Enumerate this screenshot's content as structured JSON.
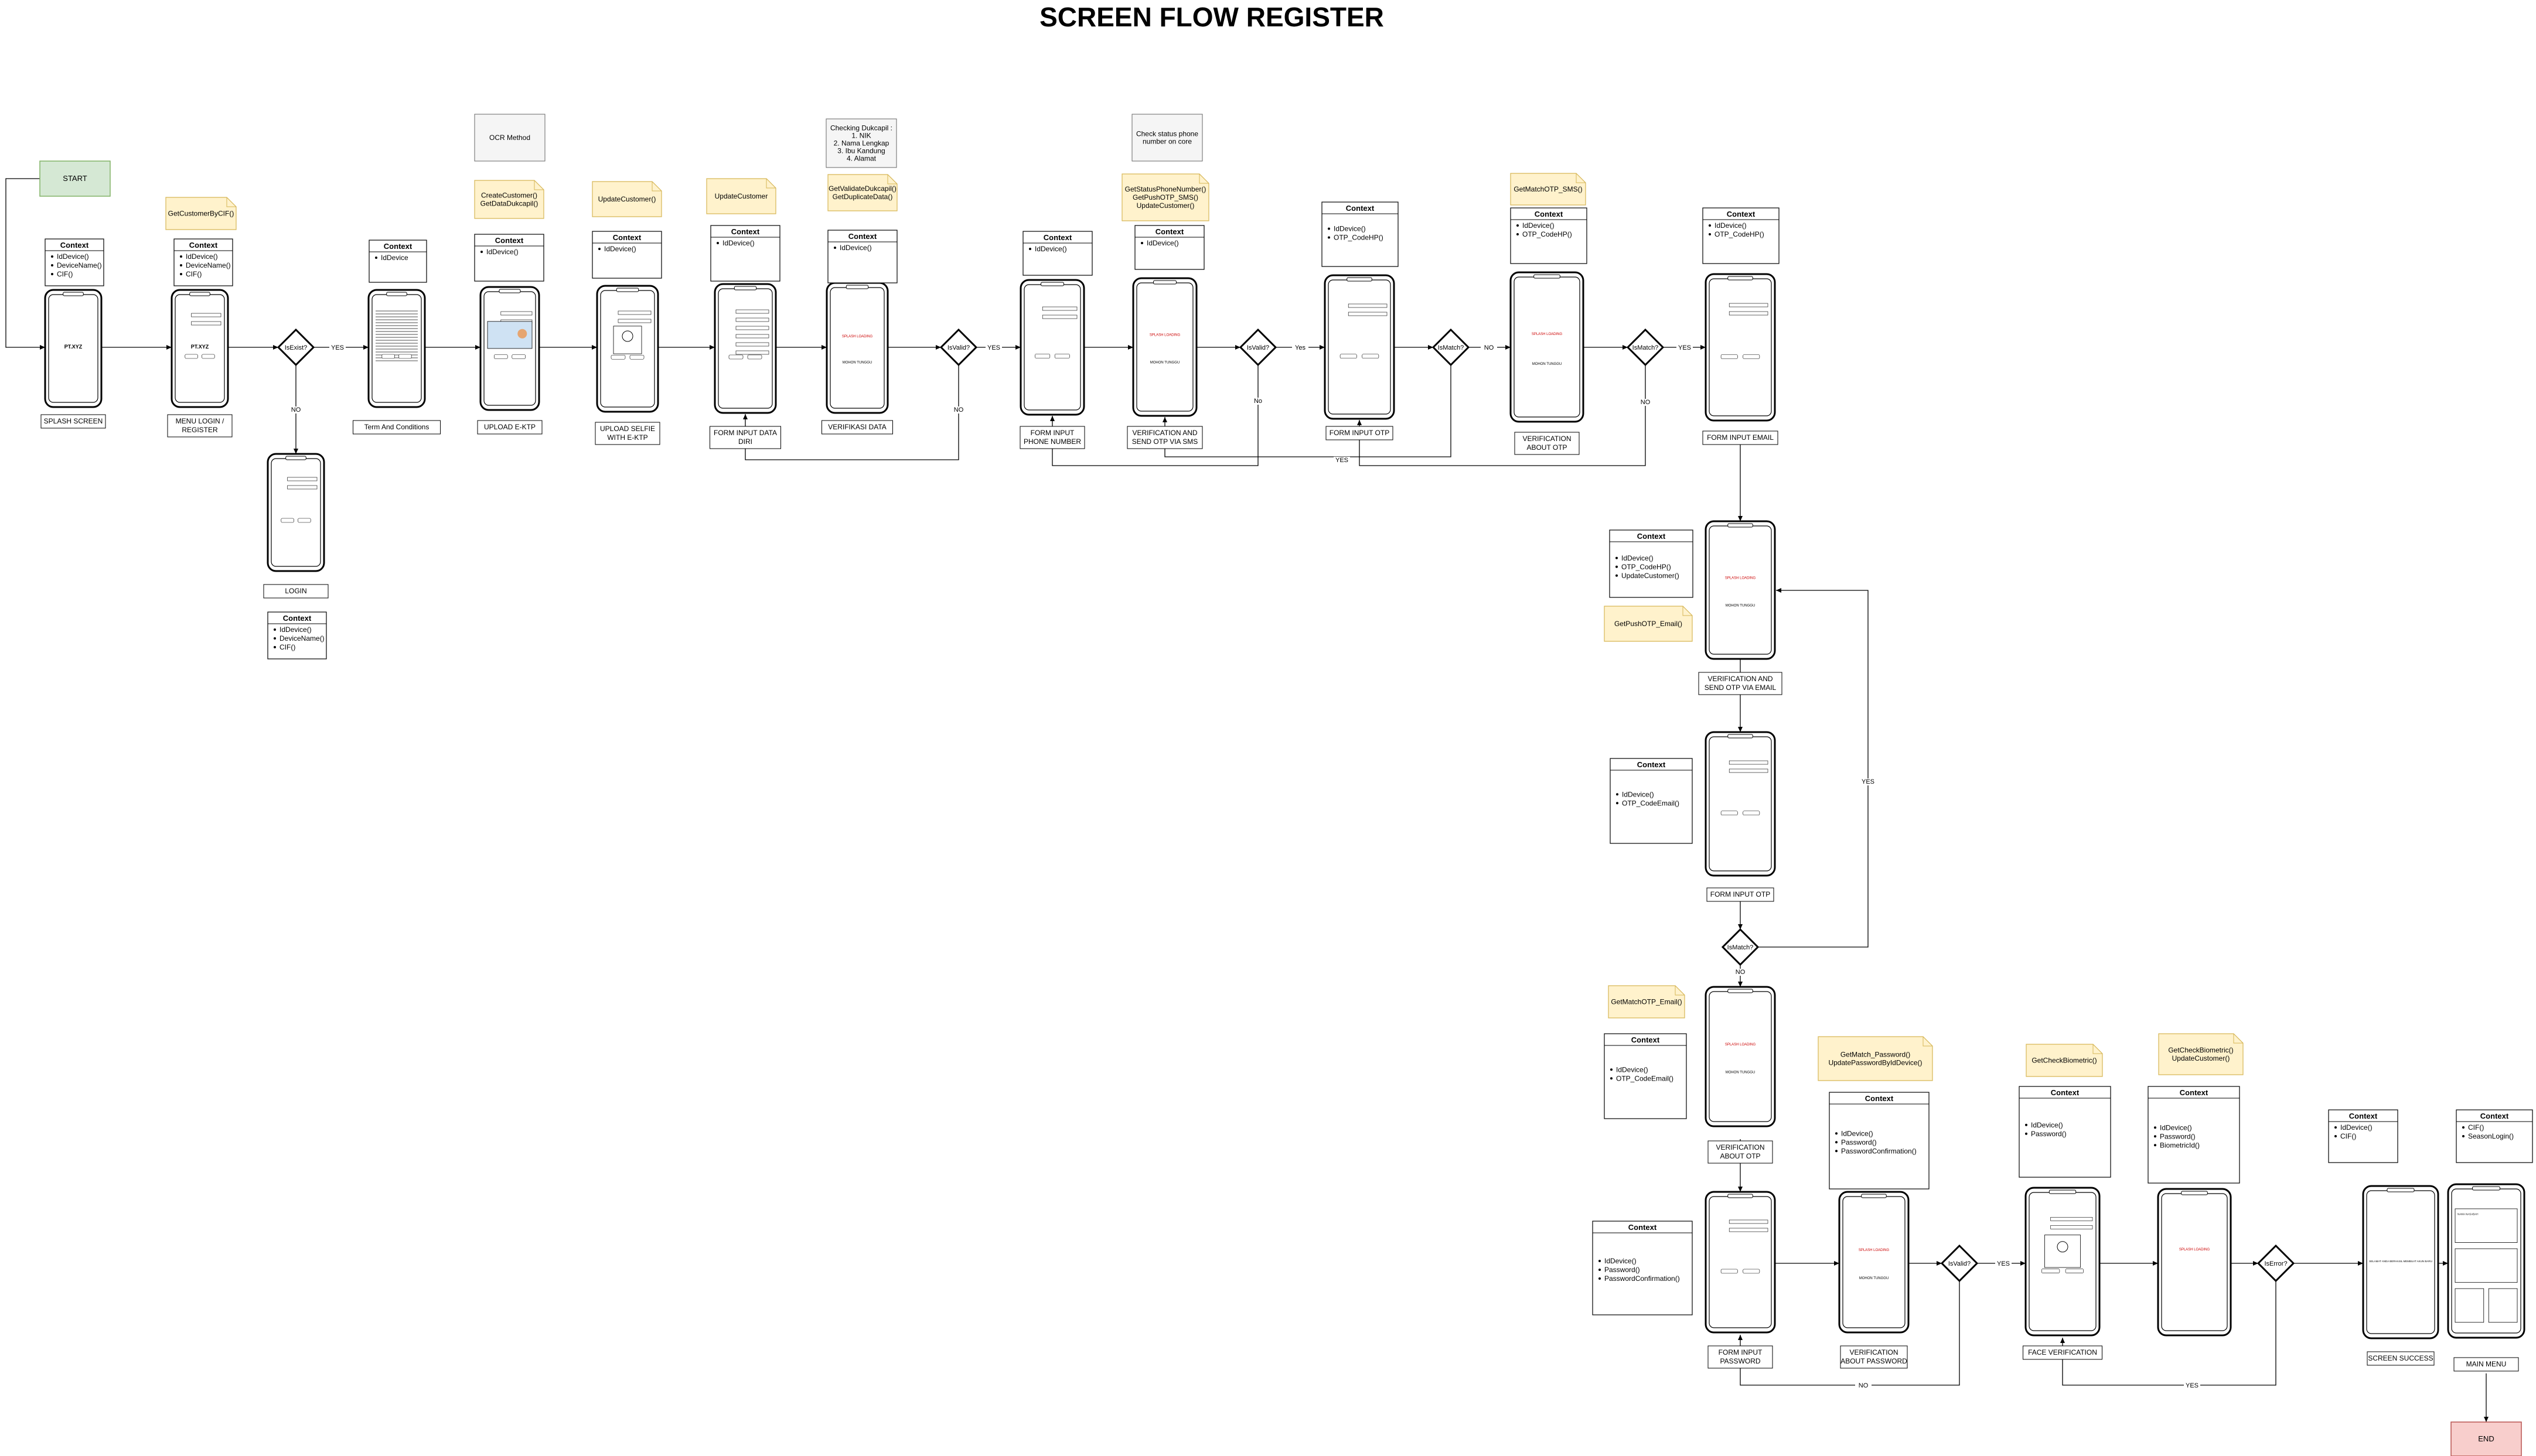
{
  "title": "SCREEN FLOW REGISTER",
  "terminals": {
    "start": "START",
    "end": "END"
  },
  "colors": {
    "start_fill": "#d5e8d4",
    "start_stroke": "#82b366",
    "end_fill": "#f8cecc",
    "end_stroke": "#b85450",
    "note_fill": "#fff2cc",
    "note_stroke": "#d6b656",
    "process_fill": "#f5f5f5"
  },
  "screens": [
    {
      "id": "splash",
      "caption": [
        "SPLASH SCREEN"
      ],
      "content": {
        "brand": "PT.XYZ"
      }
    },
    {
      "id": "menu",
      "caption": [
        "MENU LOGIN /",
        "REGISTER"
      ],
      "content": {
        "brand": "PT.XYZ"
      }
    },
    {
      "id": "login",
      "caption": [
        "LOGIN"
      ]
    },
    {
      "id": "terms",
      "caption": [
        "Term And Conditions"
      ]
    },
    {
      "id": "ektp",
      "caption": [
        "UPLOAD E-KTP"
      ]
    },
    {
      "id": "selfie",
      "caption": [
        "UPLOAD SELFIE",
        "WITH E-KTP"
      ]
    },
    {
      "id": "datadiri",
      "caption": [
        "FORM INPUT DATA",
        "DIRI"
      ]
    },
    {
      "id": "verifdata",
      "caption": [
        "VERIFIKASI DATA"
      ],
      "content": {
        "splash": "SPLASH LOADING",
        "wait": "MOHON TUNGGU"
      }
    },
    {
      "id": "phone",
      "caption": [
        "FORM INPUT",
        "PHONE NUMBER"
      ]
    },
    {
      "id": "sendotp",
      "caption": [
        "VERIFICATION AND",
        "SEND OTP VIA SMS"
      ],
      "content": {
        "splash": "SPLASH LOADING",
        "wait": "MOHON TUNGGU"
      }
    },
    {
      "id": "otp",
      "caption": [
        "FORM INPUT OTP"
      ]
    },
    {
      "id": "verifotp",
      "caption": [
        "VERIFICATION",
        "ABOUT OTP"
      ],
      "content": {
        "splash": "SPLASH LOADING",
        "wait": "MOHON TUNGGU"
      }
    },
    {
      "id": "email",
      "caption": [
        "FORM INPUT EMAIL"
      ]
    },
    {
      "id": "sendemail",
      "caption": [
        "VERIFICATION AND",
        "SEND OTP VIA EMAIL"
      ],
      "content": {
        "splash": "SPLASH LOADING",
        "wait": "MOHON TUNGGU"
      }
    },
    {
      "id": "otpemail",
      "caption": [
        "FORM INPUT OTP"
      ]
    },
    {
      "id": "verifotpemail",
      "caption": [
        "VERIFICATION",
        "ABOUT OTP"
      ],
      "content": {
        "splash": "SPLASH LOADING",
        "wait": "MOHON TUNGGU"
      }
    },
    {
      "id": "password",
      "caption": [
        "FORM INPUT",
        "PASSWORD"
      ]
    },
    {
      "id": "verifpass",
      "caption": [
        "VERIFICATION",
        "ABOUT PASSWORD"
      ],
      "content": {
        "splash": "SPLASH LOADING",
        "wait": "MOHON TUNGGU"
      }
    },
    {
      "id": "face",
      "caption": [
        "FACE VERIFICATION"
      ]
    },
    {
      "id": "biometric",
      "caption": [],
      "content": {
        "splash": "SPLASH LOADING"
      }
    },
    {
      "id": "success",
      "caption": [
        "SCREEN SUCCESS"
      ],
      "content": {
        "success": "SELAMAT ANDA BERHASIL MEMBUAT AKUN BARU"
      }
    },
    {
      "id": "mainmenu",
      "caption": [
        "MAIN MENU"
      ],
      "content": {
        "card": "NAMA NASABAH"
      }
    }
  ],
  "contexts": [
    {
      "heading": "Context",
      "items": [
        "IdDevice()",
        "DeviceName()",
        "CIF()"
      ]
    },
    {
      "heading": "Context",
      "items": [
        "IdDevice()",
        "DeviceName()",
        "CIF()"
      ]
    },
    {
      "heading": "Context",
      "items": [
        "IdDevice()",
        "DeviceName()",
        "CIF()"
      ]
    },
    {
      "heading": "Context",
      "items": [
        "IdDevice"
      ]
    },
    {
      "heading": "Context",
      "items": [
        "IdDevice()"
      ]
    },
    {
      "heading": "Context",
      "items": [
        "IdDevice()"
      ]
    },
    {
      "heading": "Context",
      "items": [
        "IdDevice()"
      ]
    },
    {
      "heading": "Context",
      "items": [
        "IdDevice()"
      ]
    },
    {
      "heading": "Context",
      "items": [
        "IdDevice()"
      ]
    },
    {
      "heading": "Context",
      "items": [
        "IdDevice()"
      ]
    },
    {
      "heading": "Context",
      "items": [
        "IdDevice()",
        "OTP_CodeHP()"
      ]
    },
    {
      "heading": "Context",
      "items": [
        "IdDevice()",
        "OTP_CodeHP()"
      ]
    },
    {
      "heading": "Context",
      "items": [
        "IdDevice()",
        "OTP_CodeHP()"
      ]
    },
    {
      "heading": "Context",
      "items": [
        "IdDevice()",
        "OTP_CodeHP()",
        "UpdateCustomer()"
      ]
    },
    {
      "heading": "Context",
      "items": [
        "IdDevice()",
        "OTP_CodeEmail()"
      ]
    },
    {
      "heading": "Context",
      "items": [
        "IdDevice()",
        "OTP_CodeEmail()"
      ]
    },
    {
      "heading": "Context",
      "items": [
        "IdDevice()",
        "Password()",
        "PasswordConfirmation()"
      ]
    },
    {
      "heading": "Context",
      "items": [
        "IdDevice()",
        "Password()",
        "PasswordConfirmation()"
      ]
    },
    {
      "heading": "Context",
      "items": [
        "IdDevice()",
        "Password()"
      ]
    },
    {
      "heading": "Context",
      "items": [
        "IdDevice()",
        "Password()",
        "BiometricId()"
      ]
    },
    {
      "heading": "Context",
      "items": [
        "IdDevice()",
        "CIF()"
      ]
    },
    {
      "heading": "Context",
      "items": [
        "CIF()",
        "SeasonLogin()"
      ]
    }
  ],
  "notes": [
    [
      "GetCustomerByCIF()"
    ],
    [
      "CreateCustomer()",
      "GetDataDukcapil()"
    ],
    [
      "UpdateCustomer()"
    ],
    [
      "UpdateCustomer"
    ],
    [
      "GetValidateDukcapil()",
      "GetDuplicateData()"
    ],
    [
      "GetStatusPhoneNumber()",
      "GetPushOTP_SMS()",
      "UpdateCustomer()"
    ],
    [
      "GetMatchOTP_SMS()"
    ],
    [
      "GetPushOTP_Email()"
    ],
    [
      "GetMatchOTP_Email()"
    ],
    [
      "GetMatch_Password()",
      "UpdatePasswordByIdDevice()"
    ],
    [
      "GetCheckBiometric()"
    ],
    [
      "GetCheckBiometric()",
      "UpdateCustomer()"
    ]
  ],
  "processes": [
    [
      "OCR Method"
    ],
    [
      "Checking Dukcapil :",
      "1. NIK",
      "2. Nama Lengkap",
      "3. Ibu Kandung",
      "4. Alamat"
    ],
    [
      "Check status phone",
      "number on core"
    ]
  ],
  "decisions": [
    "IsExist?",
    "IsValid?",
    "IsValid?",
    "IsMatch?",
    "IsMatch?",
    "IsMatch?",
    "IsValid?",
    "IsError?"
  ],
  "edge_labels": {
    "yes": "YES",
    "no": "NO",
    "yes_cap": "Yes",
    "no_small": "No"
  }
}
